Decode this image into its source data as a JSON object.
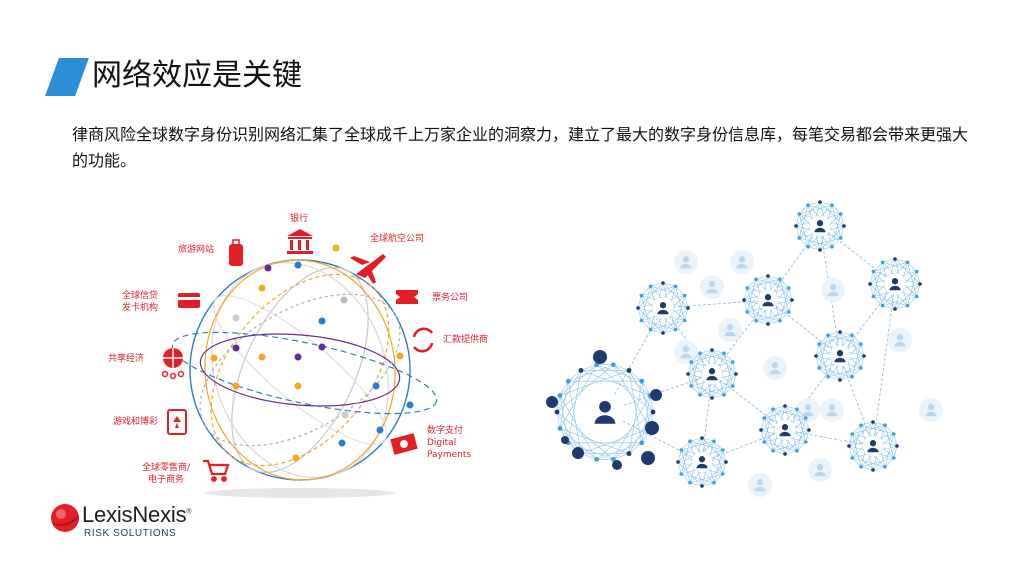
{
  "slide": {
    "title": "网络效应是关键",
    "description": "律商风险全球数字身份识别网络汇集了全球成千上万家企业的洞察力，建立了最大的数字身份信息库，每笔交易都会带来更强大的功能。"
  },
  "globe": {
    "labels": {
      "bank": "银行",
      "travel": "旅游网站",
      "airline": "全球航空公司",
      "credit_line1": "全球信贷",
      "credit_line2": "发卡机构",
      "ticketing": "票务公司",
      "remittance": "汇款提供商",
      "sharing": "共享经济",
      "gaming": "游戏和博彩",
      "payment_cn": "数字支付",
      "payment_en1": "Digital",
      "payment_en2": "Payments",
      "retail_line1": "全球零售商/",
      "retail_line2": "电子商务"
    },
    "icons": [
      "bank-icon",
      "suitcase-icon",
      "airplane-icon",
      "credit-card-icon",
      "ticket-icon",
      "exchange-icon",
      "globe-icon",
      "playing-card-icon",
      "money-icon",
      "shopping-cart-icon"
    ],
    "accent_color": "#e41e26"
  },
  "logo": {
    "brand": "LexisNexis",
    "registered": "®",
    "tagline": "RISK SOLUTIONS"
  },
  "colors": {
    "accent_blue": "#2a8fd6",
    "brand_red": "#e41e26",
    "node_navy": "#1e3a6e"
  }
}
